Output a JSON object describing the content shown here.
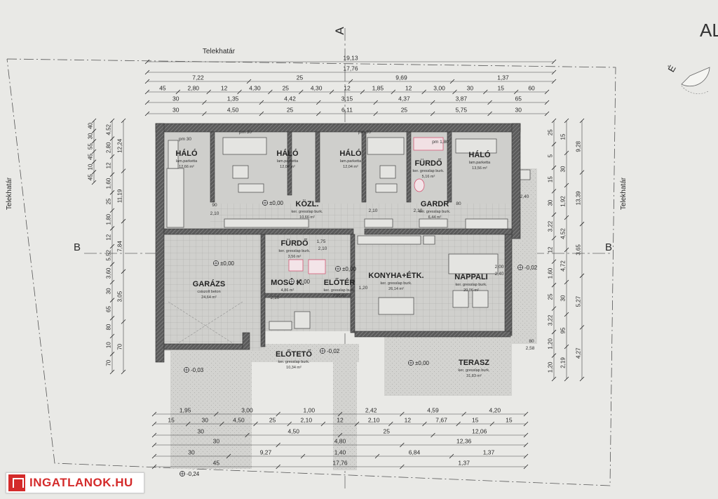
{
  "plot_label": "Telekhatár",
  "section_labels": {
    "a": "A",
    "b": "B"
  },
  "north_letter": "É",
  "corner_text": "AL",
  "logo_text": "INGATLANOK.HU",
  "rooms": [
    {
      "name": "HÁLÓ",
      "floor": "lam.parketta",
      "area": "12,66 m²"
    },
    {
      "name": "HÁLÓ",
      "floor": "lam.parketta",
      "area": "12,04 m²"
    },
    {
      "name": "HÁLÓ",
      "floor": "lam.parketta",
      "area": "12,04 m²"
    },
    {
      "name": "FÜRDŐ",
      "floor": "ker. gresslap burk.",
      "area": "5,16 m²"
    },
    {
      "name": "HÁLÓ",
      "floor": "lam.parketta",
      "area": "13,56 m²"
    },
    {
      "name": "KÖZL.",
      "floor": "ker. gresslap burk.",
      "area": "10,66 m²"
    },
    {
      "name": "GARDR",
      "floor": "ker. gresslap burk.",
      "area": "6,44 m²"
    },
    {
      "name": "FÜRDŐ",
      "floor": "ker. gresslap burk.",
      "area": "3,56 m²"
    },
    {
      "name": "GARÁZS",
      "floor": "csiszolt beton",
      "area": "24,64 m²"
    },
    {
      "name": "MOSÓ K.",
      "floor": "",
      "area": "4,86 m²"
    },
    {
      "name": "ELŐTÉR",
      "floor": "ker. gresslap burk.",
      "area": "7,00 m²"
    },
    {
      "name": "KONYHA+ÉTK.",
      "floor": "ker. gresslap burk.",
      "area": "26,14 m²"
    },
    {
      "name": "NAPPALI",
      "floor": "ker. gresslap burk.",
      "area": "20,06 m²"
    },
    {
      "name": "ELŐTETŐ",
      "floor": "ker. gresslap burk.",
      "area": "10,34 m²"
    },
    {
      "name": "TERASZ",
      "floor": "ker. gresslap burk.",
      "area": "31,83 m²"
    }
  ],
  "levels": [
    "±0,00",
    "±0,00",
    "±0,00",
    "±0,00",
    "-0,02",
    "-0,03",
    "-0,02",
    "±0,00",
    "-0,24"
  ],
  "dims_top": [
    [
      "19,13"
    ],
    [
      "17,76"
    ],
    [
      "7,22",
      "25",
      "9,69",
      "1,37"
    ],
    [
      "45",
      "2,80",
      "12",
      "4,30",
      "25",
      "4,30",
      "12",
      "1,85",
      "12",
      "3,00",
      "30",
      "15",
      "60"
    ],
    [
      "30",
      "1,35",
      "4,42",
      "3,15",
      "4,37",
      "3,87",
      "65"
    ],
    [
      "30",
      "4,50",
      "25",
      "6,11",
      "25",
      "5,75",
      "30"
    ]
  ],
  "dims_bottom": [
    [
      "1,95",
      "3,00",
      "1,00",
      "2,42",
      "4,59",
      "4,20"
    ],
    [
      "15",
      "30",
      "4,50",
      "25",
      "2,10",
      "12",
      "2,10",
      "12",
      "7,67",
      "15",
      "15"
    ],
    [
      "30",
      "4,50",
      "25",
      "12,06"
    ],
    [
      "30",
      "4,80",
      "12,36"
    ],
    [
      "30",
      "9,27",
      "1,40",
      "6,84",
      "1,37"
    ],
    [
      "45",
      "17,76",
      "1,37"
    ]
  ],
  "dims_left": [
    [
      "40",
      "30",
      "55",
      "45",
      "10",
      "45"
    ],
    [
      "4,52",
      "2,80",
      "12",
      "1,60",
      "25",
      "1,80",
      "12",
      "5,52",
      "3,60",
      "30",
      "65",
      "80",
      "10",
      "70"
    ],
    [
      "12,24",
      "11,19",
      "7,84",
      "3,05",
      "70"
    ]
  ],
  "dims_right": [
    [
      "25",
      "5",
      "15",
      "30",
      "3,22",
      "12",
      "1,60",
      "25",
      "3,22",
      "1,20",
      "1,20"
    ],
    [
      "15",
      "30",
      "1,92",
      "4,52",
      "4,72",
      "30",
      "95",
      "2,19"
    ],
    [
      "9,28",
      "13,39",
      "3,65",
      "5,27",
      "4,27"
    ]
  ],
  "interior_dims": [
    "pm 30",
    "pm 30",
    "pm 30",
    "pm 1,80",
    "90",
    "2,10",
    "2,10",
    "80",
    "2,10",
    "2,40",
    "1,75",
    "2,10",
    "2,00",
    "2,40",
    "1,20",
    "2,10",
    "2,58",
    "80"
  ]
}
